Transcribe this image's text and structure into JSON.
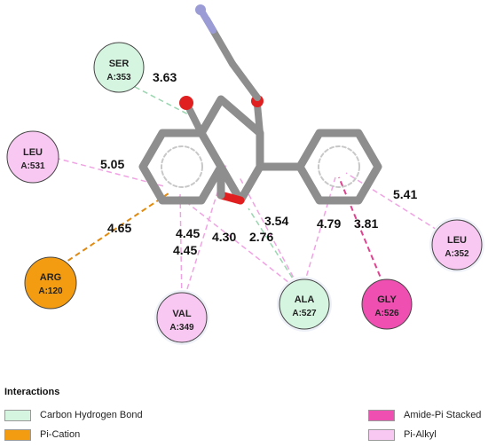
{
  "residues": [
    {
      "name": "SER",
      "id": "A:353",
      "type": "Carbon Hydrogen Bond"
    },
    {
      "name": "LEU",
      "id": "A:531",
      "type": "Pi-Alkyl"
    },
    {
      "name": "ARG",
      "id": "A:120",
      "type": "Pi-Cation"
    },
    {
      "name": "VAL",
      "id": "A:349",
      "type": "Pi-Alkyl"
    },
    {
      "name": "ALA",
      "id": "A:527",
      "type": "Carbon Hydrogen Bond"
    },
    {
      "name": "GLY",
      "id": "A:526",
      "type": "Amide-Pi Stacked"
    },
    {
      "name": "LEU",
      "id": "A:352",
      "type": "Pi-Alkyl"
    }
  ],
  "distances": [
    "3.63",
    "5.05",
    "4.65",
    "4.45",
    "4.45",
    "4.30",
    "3.54",
    "2.76",
    "4.79",
    "3.81",
    "5.41"
  ],
  "legend": {
    "title": "Interactions",
    "items": [
      {
        "label": "Carbon Hydrogen Bond",
        "color": "#d6f5e1"
      },
      {
        "label": "Pi-Cation",
        "color": "#f39c12"
      },
      {
        "label": "Amide-Pi Stacked",
        "color": "#ee4fb0"
      },
      {
        "label": "Pi-Alkyl",
        "color": "#f8c8f2"
      }
    ]
  },
  "colors": {
    "bond": "#8e8e8e",
    "oxygen": "#e02020",
    "nitrogen": "#9b9bd6",
    "pi_alkyl_line": "#f0a3e3",
    "pi_cation_line": "#e08a10",
    "amide_pi_line": "#e0438f",
    "ch_bond_line": "#9ad6b0"
  }
}
